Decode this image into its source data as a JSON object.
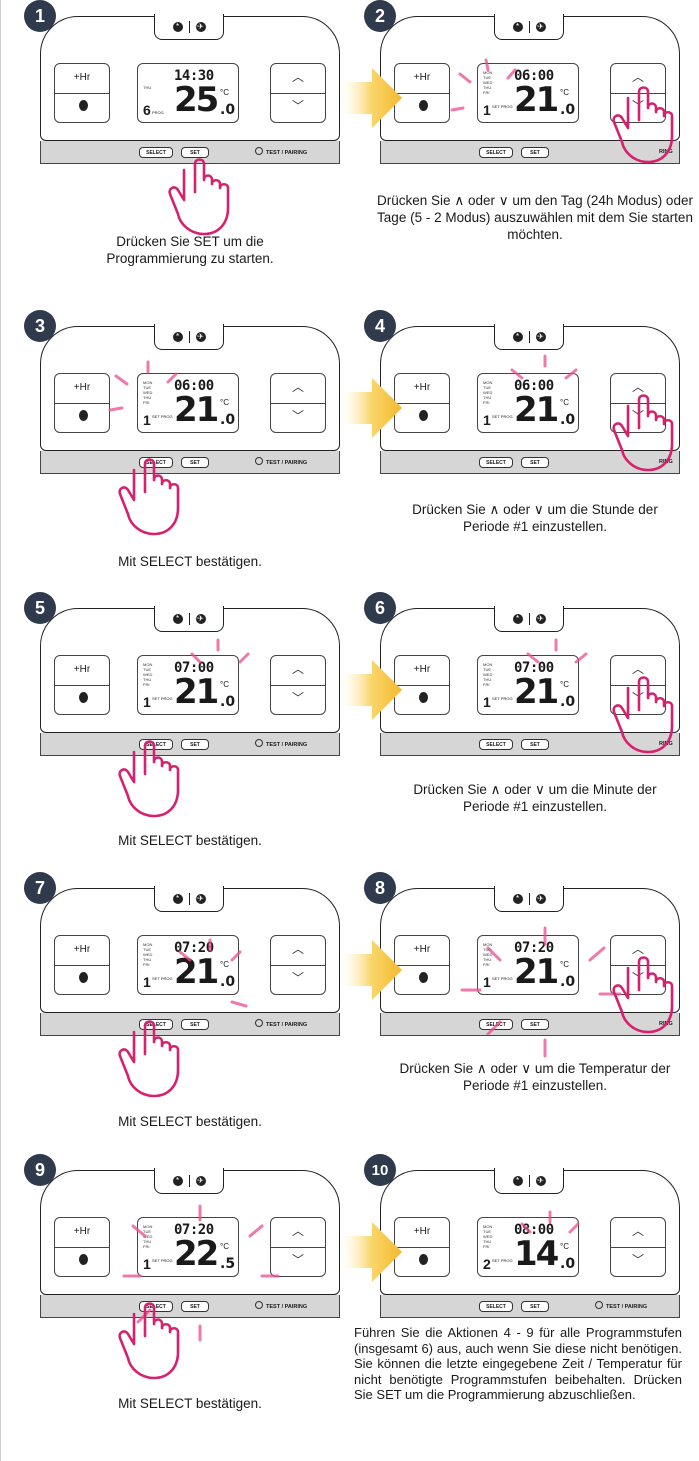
{
  "device": {
    "hr_label": "+Hr",
    "select_label": "SELECT",
    "set_label": "SET",
    "pairing_label": "TEST / PAIRING",
    "pairing_cut": "RING",
    "degree_label": "°C",
    "days": [
      "MON",
      "TUE",
      "WED",
      "THU",
      "FRI"
    ],
    "prog_label": "SET PROG",
    "prog_label_short": "PROG"
  },
  "steps": [
    {
      "number": "1",
      "time": "14:30",
      "temp_int": "25",
      "temp_dec": ".0",
      "prog": "6",
      "day": "THU",
      "caption": "Drücken Sie SET um die Programmierung zu starten."
    },
    {
      "number": "2",
      "time": "06:00",
      "temp_int": "21",
      "temp_dec": ".0",
      "prog": "1",
      "caption": "Drücken Sie ∧ oder ∨ um den Tag (24h Modus) oder Tage (5 - 2 Modus) auszuwählen mit dem Sie starten möchten."
    },
    {
      "number": "3",
      "time": "06:00",
      "temp_int": "21",
      "temp_dec": ".0",
      "prog": "1",
      "caption": "Mit SELECT bestätigen."
    },
    {
      "number": "4",
      "time": "06:00",
      "temp_int": "21",
      "temp_dec": ".0",
      "prog": "1",
      "caption": "Drücken Sie ∧ oder ∨ um die Stunde der Periode #1 einzustellen."
    },
    {
      "number": "5",
      "time": "07:00",
      "temp_int": "21",
      "temp_dec": ".0",
      "prog": "1",
      "caption": "Mit SELECT bestätigen."
    },
    {
      "number": "6",
      "time": "07:00",
      "temp_int": "21",
      "temp_dec": ".0",
      "prog": "1",
      "caption": "Drücken Sie ∧ oder ∨ um die Minute der Periode #1 einzustellen."
    },
    {
      "number": "7",
      "time": "07:20",
      "temp_int": "21",
      "temp_dec": ".0",
      "prog": "1",
      "caption": "Mit SELECT bestätigen."
    },
    {
      "number": "8",
      "time": "07:20",
      "temp_int": "21",
      "temp_dec": ".0",
      "prog": "1",
      "caption": "Drücken Sie ∧ oder ∨ um die Temperatur der Periode #1 einzustellen."
    },
    {
      "number": "9",
      "time": "07:20",
      "temp_int": "22",
      "temp_dec": ".5",
      "prog": "1",
      "caption": "Mit SELECT bestätigen."
    },
    {
      "number": "10",
      "time": "08:00",
      "temp_int": "14",
      "temp_dec": ".0",
      "prog": "2",
      "caption": "Führen Sie die Aktionen 4 - 9 für alle Programmstufen (insgesamt 6) aus, auch wenn Sie diese nicht benötigen. Sie können die letzte eingegebene Zeit / Temperatur für nicht benötigte Programmstufen beibehalten. Drücken Sie SET um die Programmierung abzuschließen."
    }
  ],
  "colors": {
    "badge": "#2f3b4d",
    "hand": "#d6216e",
    "glow": "#e8207a",
    "arrow": "#f5c23b"
  }
}
